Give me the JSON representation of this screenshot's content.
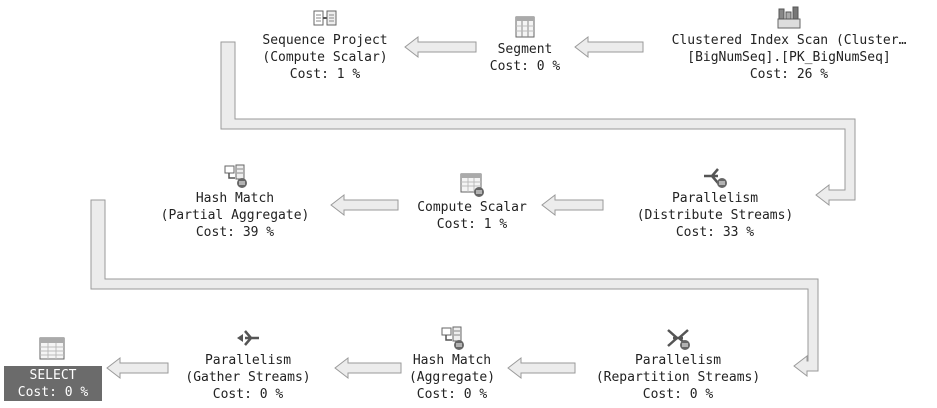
{
  "plan": {
    "nodes": [
      {
        "id": "sequence-project",
        "icon": "sequence-project-icon",
        "lines": [
          "Sequence Project",
          "(Compute Scalar)",
          "Cost: 1 %"
        ]
      },
      {
        "id": "segment",
        "icon": "segment-icon",
        "lines": [
          "Segment",
          "Cost: 0 %"
        ]
      },
      {
        "id": "clustered-index-scan",
        "icon": "clustered-index-scan-icon",
        "lines": [
          "Clustered Index Scan (Cluster…",
          "[BigNumSeq].[PK_BigNumSeq]",
          "Cost: 26 %"
        ]
      },
      {
        "id": "hash-match-partial",
        "icon": "hash-match-icon",
        "lines": [
          "Hash Match",
          "(Partial Aggregate)",
          "Cost: 39 %"
        ]
      },
      {
        "id": "compute-scalar",
        "icon": "compute-scalar-icon",
        "lines": [
          "Compute Scalar",
          "Cost: 1 %"
        ]
      },
      {
        "id": "parallelism-distribute",
        "icon": "parallelism-distribute-icon",
        "lines": [
          "Parallelism",
          "(Distribute Streams)",
          "Cost: 33 %"
        ]
      },
      {
        "id": "select",
        "icon": "select-icon",
        "lines": [
          "SELECT",
          "Cost: 0 %"
        ]
      },
      {
        "id": "parallelism-gather",
        "icon": "parallelism-gather-icon",
        "lines": [
          "Parallelism",
          "(Gather Streams)",
          "Cost: 0 %"
        ]
      },
      {
        "id": "hash-match-aggregate",
        "icon": "hash-match-icon",
        "lines": [
          "Hash Match",
          "(Aggregate)",
          "Cost: 0 %"
        ]
      },
      {
        "id": "parallelism-repartition",
        "icon": "parallelism-repartition-icon",
        "lines": [
          "Parallelism",
          "(Repartition Streams)",
          "Cost: 0 %"
        ]
      }
    ],
    "colors": {
      "arrow_fill": "#ececec",
      "arrow_stroke": "#9a9a9a",
      "selected_bg": "#6b6b6b",
      "selected_text": "#ffffff",
      "text": "#222222"
    }
  }
}
